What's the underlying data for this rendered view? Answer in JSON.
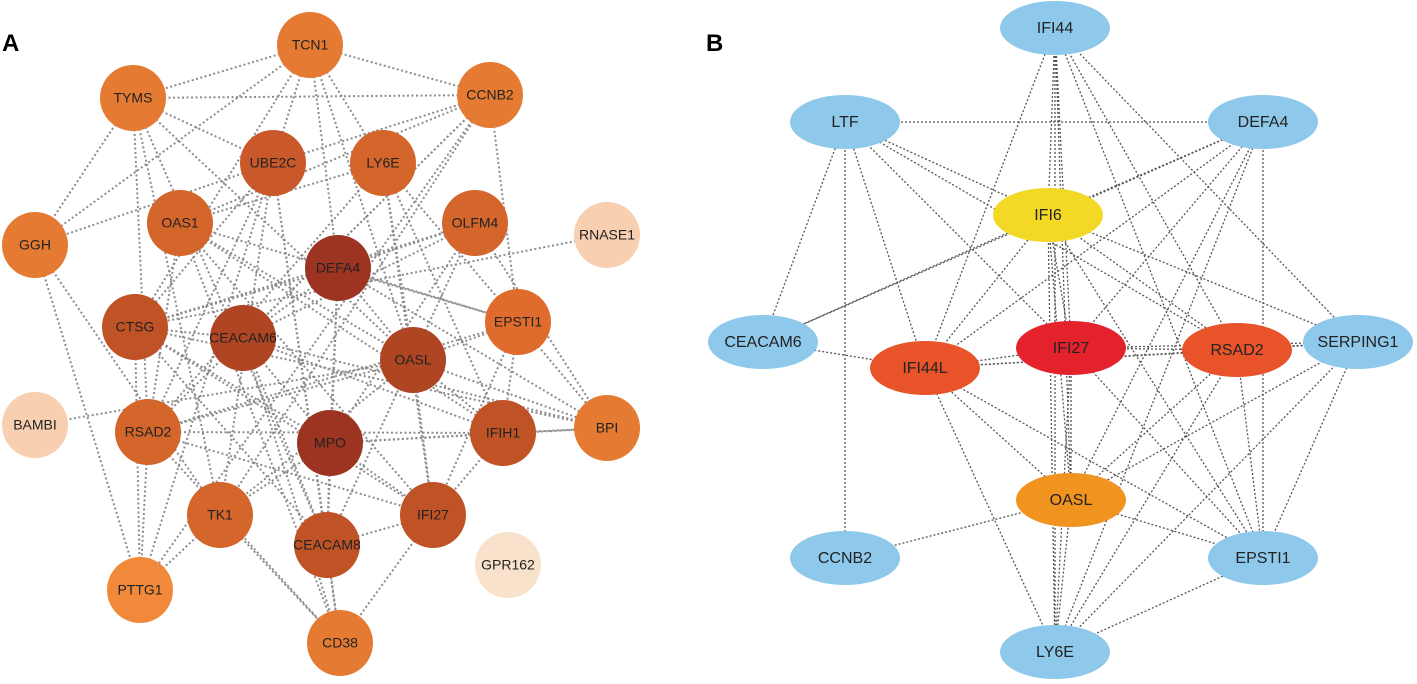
{
  "panels": [
    {
      "label": "A",
      "nodes": [
        {
          "id": "TCN1",
          "color": "#e57a33"
        },
        {
          "id": "CCNB2",
          "color": "#e57a33"
        },
        {
          "id": "TYMS",
          "color": "#e57a33"
        },
        {
          "id": "UBE2C",
          "color": "#c9582a"
        },
        {
          "id": "LY6E",
          "color": "#d4652b"
        },
        {
          "id": "OLFM4",
          "color": "#d4652b"
        },
        {
          "id": "OAS1",
          "color": "#d4652b"
        },
        {
          "id": "GGH",
          "color": "#e57a33"
        },
        {
          "id": "RNASE1",
          "color": "#f8cfb0"
        },
        {
          "id": "DEFA4",
          "color": "#9c3421"
        },
        {
          "id": "CTSG",
          "color": "#c05326"
        },
        {
          "id": "CEACAM6",
          "color": "#b04524"
        },
        {
          "id": "EPSTI1",
          "color": "#df6c2c"
        },
        {
          "id": "OASL",
          "color": "#b04524"
        },
        {
          "id": "BAMBI",
          "color": "#f8cfb0"
        },
        {
          "id": "RSAD2",
          "color": "#d4652b"
        },
        {
          "id": "MPO",
          "color": "#9c3421"
        },
        {
          "id": "IFIH1",
          "color": "#c05326"
        },
        {
          "id": "BPI",
          "color": "#e57a33"
        },
        {
          "id": "TK1",
          "color": "#d4652b"
        },
        {
          "id": "IFI27",
          "color": "#c05326"
        },
        {
          "id": "CEACAM8",
          "color": "#c05326"
        },
        {
          "id": "GPR162",
          "color": "#f9e2cc"
        },
        {
          "id": "PTTG1",
          "color": "#f08a3a"
        },
        {
          "id": "CD38",
          "color": "#e57a33"
        }
      ],
      "edges": [
        [
          "TCN1",
          "TYMS"
        ],
        [
          "TCN1",
          "UBE2C"
        ],
        [
          "TCN1",
          "LY6E"
        ],
        [
          "TCN1",
          "CCNB2"
        ],
        [
          "TCN1",
          "GGH"
        ],
        [
          "TCN1",
          "DEFA4"
        ],
        [
          "TCN1",
          "OASL"
        ],
        [
          "TCN1",
          "CTSG"
        ],
        [
          "CCNB2",
          "TYMS"
        ],
        [
          "CCNB2",
          "UBE2C"
        ],
        [
          "CCNB2",
          "OAS1"
        ],
        [
          "CCNB2",
          "EPSTI1"
        ],
        [
          "CCNB2",
          "RSAD2"
        ],
        [
          "CCNB2",
          "TK1"
        ],
        [
          "CCNB2",
          "PTTG1"
        ],
        [
          "CCNB2",
          "CEACAM6"
        ],
        [
          "TYMS",
          "UBE2C"
        ],
        [
          "TYMS",
          "GGH"
        ],
        [
          "TYMS",
          "TK1"
        ],
        [
          "TYMS",
          "RSAD2"
        ],
        [
          "TYMS",
          "OASL"
        ],
        [
          "TYMS",
          "CEACAM8"
        ],
        [
          "UBE2C",
          "GGH"
        ],
        [
          "UBE2C",
          "TK1"
        ],
        [
          "UBE2C",
          "PTTG1"
        ],
        [
          "UBE2C",
          "CTSG"
        ],
        [
          "UBE2C",
          "RSAD2"
        ],
        [
          "UBE2C",
          "CEACAM8"
        ],
        [
          "UBE2C",
          "CD38"
        ],
        [
          "LY6E",
          "OAS1"
        ],
        [
          "LY6E",
          "IFI27"
        ],
        [
          "LY6E",
          "OASL"
        ],
        [
          "LY6E",
          "IFIH1"
        ],
        [
          "LY6E",
          "RSAD2"
        ],
        [
          "LY6E",
          "EPSTI1"
        ],
        [
          "OLFM4",
          "DEFA4"
        ],
        [
          "OLFM4",
          "CTSG"
        ],
        [
          "OLFM4",
          "MPO"
        ],
        [
          "OLFM4",
          "CEACAM8"
        ],
        [
          "OLFM4",
          "BPI"
        ],
        [
          "OLFM4",
          "CEACAM6"
        ],
        [
          "OAS1",
          "OASL"
        ],
        [
          "OAS1",
          "IFIH1"
        ],
        [
          "OAS1",
          "IFI27"
        ],
        [
          "OAS1",
          "RSAD2"
        ],
        [
          "OAS1",
          "EPSTI1"
        ],
        [
          "OAS1",
          "CD38"
        ],
        [
          "GGH",
          "TK1"
        ],
        [
          "GGH",
          "PTTG1"
        ],
        [
          "RNASE1",
          "CTSG"
        ],
        [
          "DEFA4",
          "CTSG"
        ],
        [
          "DEFA4",
          "CEACAM6"
        ],
        [
          "DEFA4",
          "MPO"
        ],
        [
          "DEFA4",
          "CEACAM8"
        ],
        [
          "DEFA4",
          "BPI"
        ],
        [
          "DEFA4",
          "OASL"
        ],
        [
          "DEFA4",
          "EPSTI1"
        ],
        [
          "CTSG",
          "MPO"
        ],
        [
          "CTSG",
          "CEACAM8"
        ],
        [
          "CTSG",
          "BPI"
        ],
        [
          "CTSG",
          "CEACAM6"
        ],
        [
          "CTSG",
          "IFI27"
        ],
        [
          "CEACAM6",
          "MPO"
        ],
        [
          "CEACAM6",
          "CEACAM8"
        ],
        [
          "CEACAM6",
          "BPI"
        ],
        [
          "CEACAM6",
          "CD38"
        ],
        [
          "CEACAM6",
          "IFIH1"
        ],
        [
          "EPSTI1",
          "OASL"
        ],
        [
          "EPSTI1",
          "IFIH1"
        ],
        [
          "EPSTI1",
          "IFI27"
        ],
        [
          "EPSTI1",
          "RSAD2"
        ],
        [
          "EPSTI1",
          "BPI"
        ],
        [
          "OASL",
          "IFIH1"
        ],
        [
          "OASL",
          "IFI27"
        ],
        [
          "OASL",
          "RSAD2"
        ],
        [
          "OASL",
          "BAMBI"
        ],
        [
          "OASL",
          "TK1"
        ],
        [
          "OASL",
          "BPI"
        ],
        [
          "RSAD2",
          "IFIH1"
        ],
        [
          "RSAD2",
          "IFI27"
        ],
        [
          "RSAD2",
          "PTTG1"
        ],
        [
          "RSAD2",
          "CD38"
        ],
        [
          "MPO",
          "CEACAM8"
        ],
        [
          "MPO",
          "BPI"
        ],
        [
          "MPO",
          "IFI27"
        ],
        [
          "MPO",
          "TK1"
        ],
        [
          "MPO",
          "IFIH1"
        ],
        [
          "IFIH1",
          "IFI27"
        ],
        [
          "IFIH1",
          "BPI"
        ],
        [
          "TK1",
          "PTTG1"
        ],
        [
          "TK1",
          "CD38"
        ],
        [
          "IFI27",
          "CEACAM8"
        ],
        [
          "IFI27",
          "CD38"
        ],
        [
          "CEACAM8",
          "CD38"
        ],
        [
          "PTTG1",
          "CTSG"
        ]
      ]
    },
    {
      "label": "B",
      "nodes": [
        {
          "id": "IFI44",
          "color": "#8ec8ea"
        },
        {
          "id": "LTF",
          "color": "#8ec8ea"
        },
        {
          "id": "DEFA4",
          "color": "#8ec8ea"
        },
        {
          "id": "IFI6",
          "color": "#f3d925"
        },
        {
          "id": "CEACAM6",
          "color": "#8ec8ea"
        },
        {
          "id": "IFI44L",
          "color": "#e8532a"
        },
        {
          "id": "IFI27",
          "color": "#e4222b"
        },
        {
          "id": "RSAD2",
          "color": "#e8532a"
        },
        {
          "id": "SERPING1",
          "color": "#8ec8ea"
        },
        {
          "id": "OASL",
          "color": "#f0931f"
        },
        {
          "id": "CCNB2",
          "color": "#8ec8ea"
        },
        {
          "id": "EPSTI1",
          "color": "#8ec8ea"
        },
        {
          "id": "LY6E",
          "color": "#8ec8ea"
        }
      ],
      "edges": [
        [
          "IFI44",
          "IFI6"
        ],
        [
          "IFI44",
          "IFI44L"
        ],
        [
          "IFI44",
          "IFI27"
        ],
        [
          "IFI44",
          "RSAD2"
        ],
        [
          "IFI44",
          "SERPING1"
        ],
        [
          "IFI44",
          "OASL"
        ],
        [
          "IFI44",
          "EPSTI1"
        ],
        [
          "IFI44",
          "LY6E"
        ],
        [
          "LTF",
          "DEFA4"
        ],
        [
          "LTF",
          "IFI6"
        ],
        [
          "LTF",
          "CEACAM6"
        ],
        [
          "LTF",
          "IFI27"
        ],
        [
          "LTF",
          "RSAD2"
        ],
        [
          "LTF",
          "CCNB2"
        ],
        [
          "LTF",
          "IFI44L"
        ],
        [
          "DEFA4",
          "IFI6"
        ],
        [
          "DEFA4",
          "CEACAM6"
        ],
        [
          "DEFA4",
          "IFI44L"
        ],
        [
          "DEFA4",
          "IFI27"
        ],
        [
          "DEFA4",
          "OASL"
        ],
        [
          "DEFA4",
          "EPSTI1"
        ],
        [
          "DEFA4",
          "LY6E"
        ],
        [
          "IFI6",
          "CEACAM6"
        ],
        [
          "IFI6",
          "IFI44L"
        ],
        [
          "IFI6",
          "IFI27"
        ],
        [
          "IFI6",
          "RSAD2"
        ],
        [
          "IFI6",
          "SERPING1"
        ],
        [
          "IFI6",
          "OASL"
        ],
        [
          "IFI6",
          "EPSTI1"
        ],
        [
          "IFI6",
          "LY6E"
        ],
        [
          "CEACAM6",
          "IFI44L"
        ],
        [
          "IFI44L",
          "IFI27"
        ],
        [
          "IFI44L",
          "RSAD2"
        ],
        [
          "IFI44L",
          "OASL"
        ],
        [
          "IFI44L",
          "EPSTI1"
        ],
        [
          "IFI44L",
          "LY6E"
        ],
        [
          "IFI44L",
          "SERPING1"
        ],
        [
          "IFI27",
          "RSAD2"
        ],
        [
          "IFI27",
          "OASL"
        ],
        [
          "IFI27",
          "LY6E"
        ],
        [
          "IFI27",
          "EPSTI1"
        ],
        [
          "IFI27",
          "SERPING1"
        ],
        [
          "RSAD2",
          "SERPING1"
        ],
        [
          "RSAD2",
          "OASL"
        ],
        [
          "RSAD2",
          "EPSTI1"
        ],
        [
          "RSAD2",
          "LY6E"
        ],
        [
          "SERPING1",
          "OASL"
        ],
        [
          "SERPING1",
          "EPSTI1"
        ],
        [
          "SERPING1",
          "LY6E"
        ],
        [
          "OASL",
          "CCNB2"
        ],
        [
          "OASL",
          "EPSTI1"
        ],
        [
          "OASL",
          "LY6E"
        ],
        [
          "EPSTI1",
          "LY6E"
        ]
      ]
    }
  ]
}
